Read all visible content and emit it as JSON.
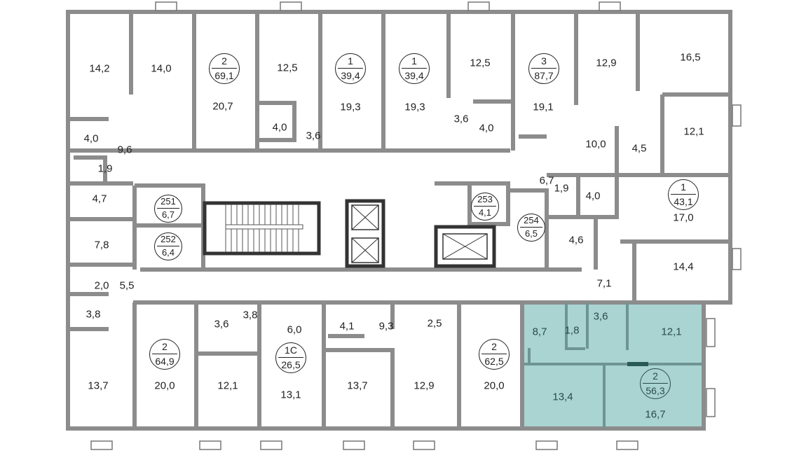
{
  "title": "Floor plan",
  "highlight_color": "#a9d4d2",
  "wall_color": "#8c8c8c",
  "rooms": [
    "14,2",
    "14,0",
    "20,7",
    "12,5",
    "19,3",
    "19,3",
    "12,5",
    "19,1",
    "12,9",
    "16,5",
    "12,1",
    "10,0",
    "4,5",
    "6,7",
    "3,6",
    "4,0",
    "4,0",
    "3,6",
    "4,0",
    "9,6",
    "1,9",
    "4,7",
    "7,8",
    "1,9",
    "4,0",
    "17,0",
    "4,6",
    "14,4",
    "7,1",
    "2,0",
    "5,5",
    "3,8",
    "13,7",
    "20,0",
    "3,6",
    "3,8",
    "6,0",
    "12,1",
    "13,1",
    "4,1",
    "9,3",
    "2,5",
    "20,0",
    "13,7",
    "12,9",
    "8,7",
    "1,8",
    "3,6",
    "12,1",
    "13,4",
    "16,7"
  ],
  "badges": [
    {
      "number": "2",
      "area": "69,1"
    },
    {
      "number": "1",
      "area": "39,4"
    },
    {
      "number": "1",
      "area": "39,4"
    },
    {
      "number": "3",
      "area": "87,7"
    },
    {
      "number": "251",
      "area": "6,7"
    },
    {
      "number": "252",
      "area": "6,4"
    },
    {
      "number": "253",
      "area": "4,1"
    },
    {
      "number": "254",
      "area": "6,5"
    },
    {
      "number": "1",
      "area": "43,1"
    },
    {
      "number": "2",
      "area": "64,9"
    },
    {
      "number": "1С",
      "area": "26,5"
    },
    {
      "number": "2",
      "area": "62,5"
    },
    {
      "number": "2",
      "area": "56,3"
    }
  ]
}
